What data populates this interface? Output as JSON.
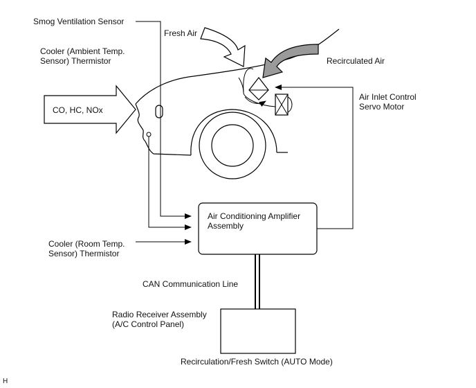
{
  "labels": {
    "smog_sensor": "Smog Ventilation Sensor",
    "ambient_line1": "Cooler (Ambient Temp.",
    "ambient_line2": "Sensor) Thermistor",
    "fresh_air": "Fresh Air",
    "recirc_air": "Recirculated Air",
    "pollutants": "CO, HC, NOx",
    "servo_line1": "Air Inlet Control",
    "servo_line2": "Servo Motor",
    "amp_line1": "Air Conditioning Amplifier",
    "amp_line2": "Assembly",
    "room_line1": "Cooler (Room Temp.",
    "room_line2": "Sensor) Thermistor",
    "can_line": "CAN Communication Line",
    "radio_line1": "Radio Receiver Assembly",
    "radio_line2": "(A/C Control Panel)",
    "switch": "Recirculation/Fresh Switch (AUTO Mode)",
    "corner_mark": "H"
  },
  "colors": {
    "stroke": "#000000",
    "recirc_arrow_fill": "#9a9a9a",
    "fresh_arrow_fill": "#ffffff",
    "background": "#ffffff"
  }
}
